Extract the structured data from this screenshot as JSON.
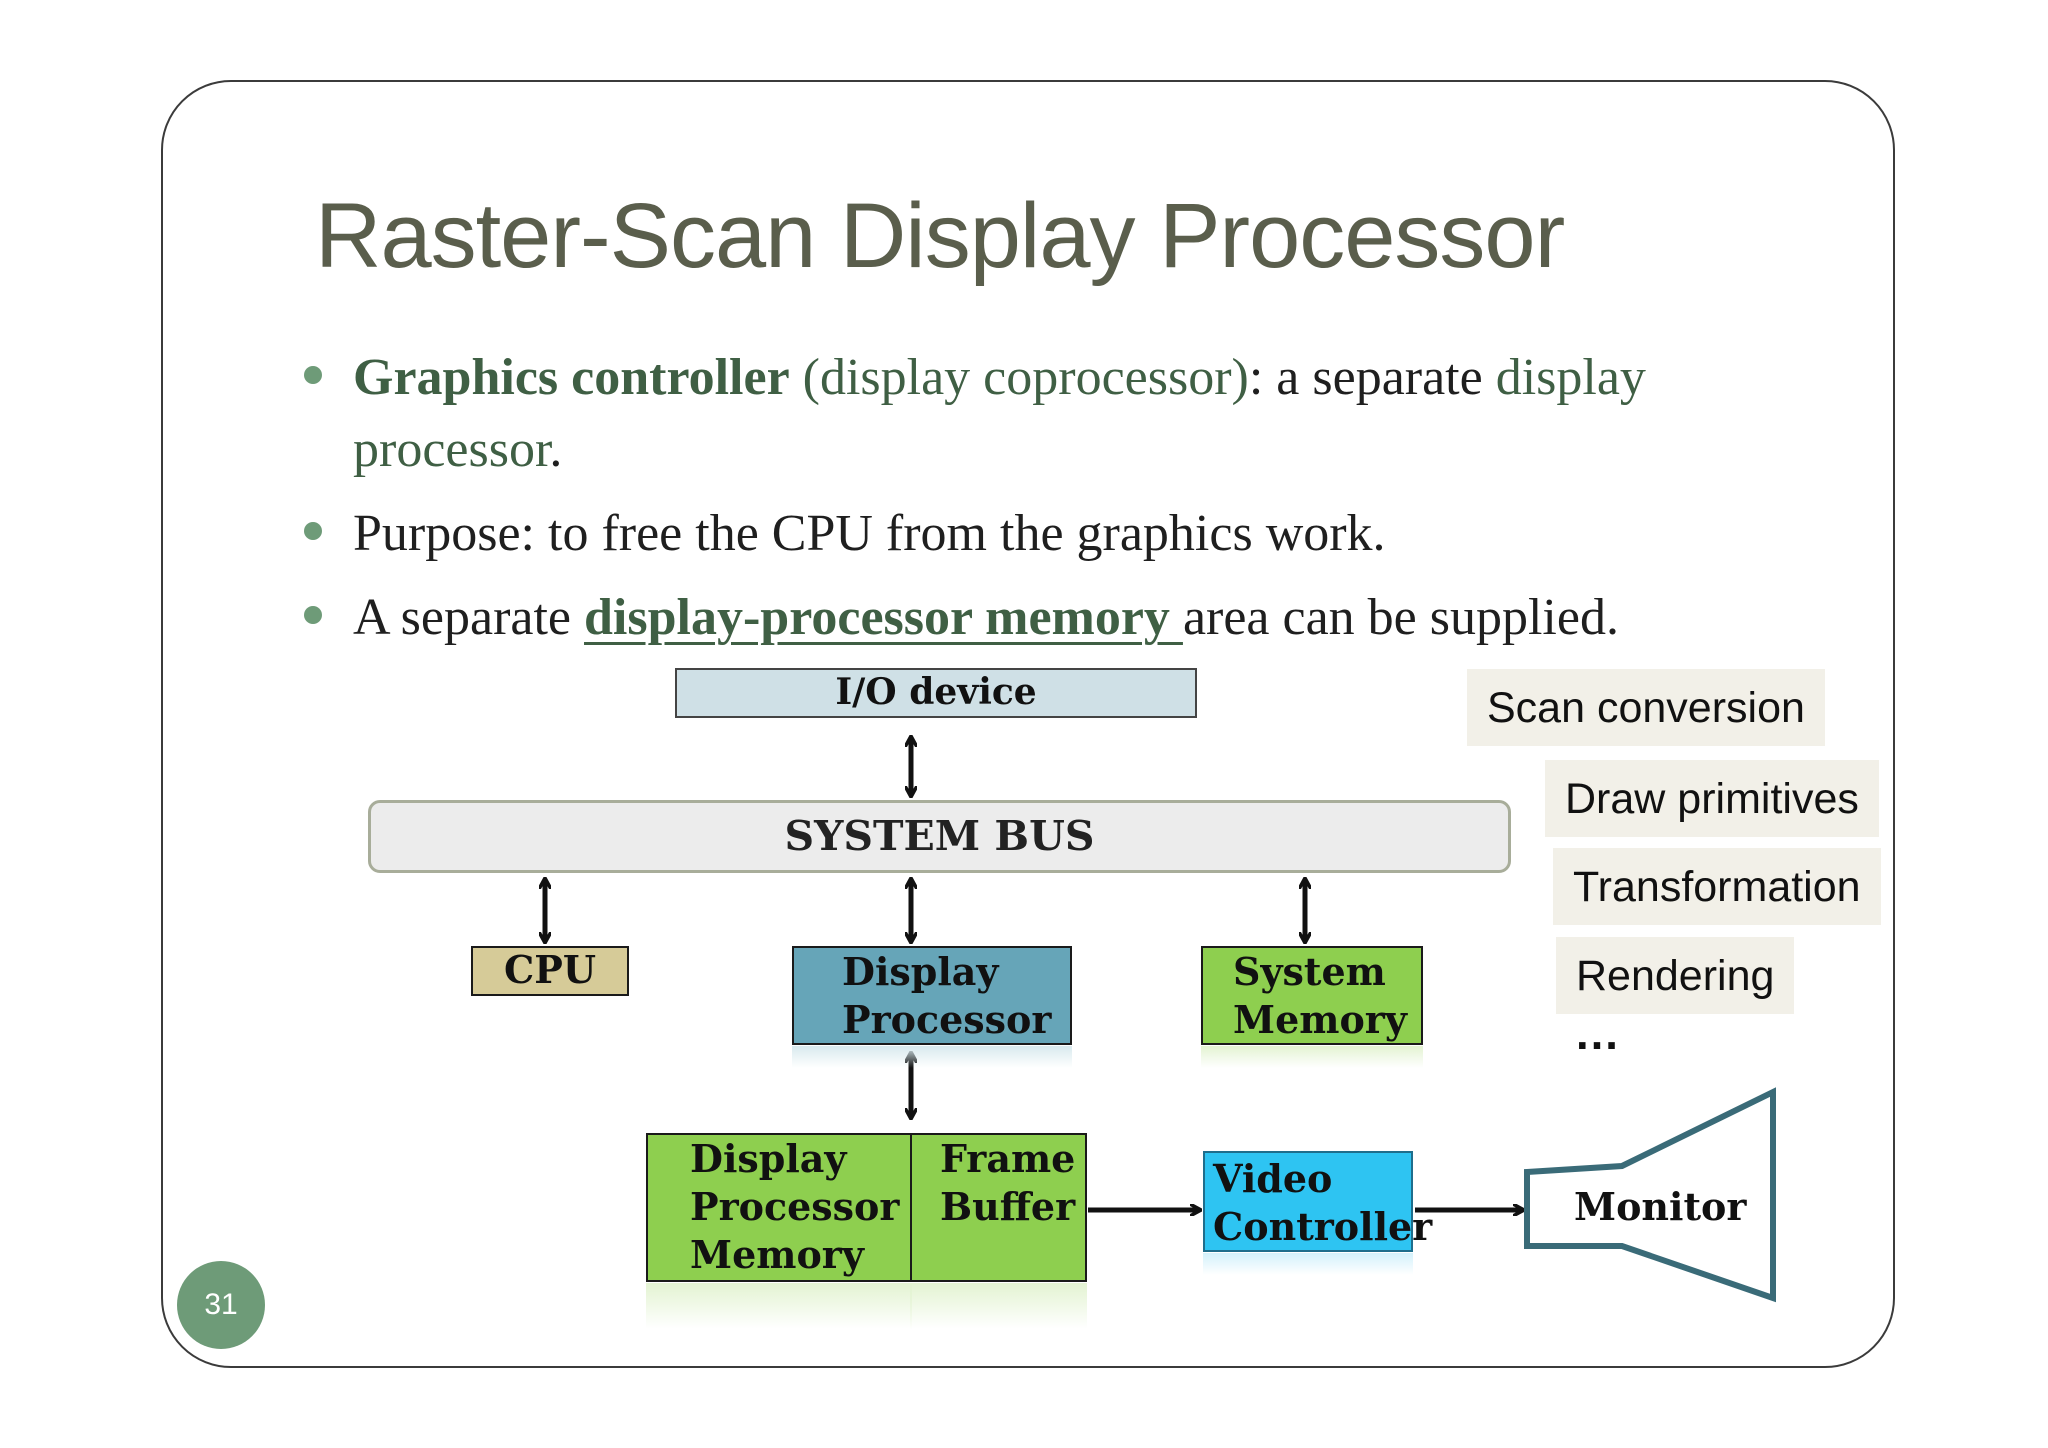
{
  "slide": {
    "title": "Raster-Scan Display Processor",
    "page_number": "31"
  },
  "bullets": {
    "b1": {
      "term": "Graphics controller",
      "paren": " (display coprocessor)",
      "mid": ": a separate ",
      "end1": "display",
      "end2": "processor",
      "period": "."
    },
    "b2": {
      "text": "Purpose: to free the CPU from the graphics work."
    },
    "b3": {
      "pre": "A separate ",
      "link": "display-processor memory ",
      "post": "area can be supplied."
    }
  },
  "diagram": {
    "io_device": "I/O device",
    "system_bus": "SYSTEM BUS",
    "cpu": "CPU",
    "display_processor_l1": "Display",
    "display_processor_l2": "Processor",
    "system_memory_l1": "System",
    "system_memory_l2": "Memory",
    "dp_memory_l1": "Display",
    "dp_memory_l2": "Processor",
    "dp_memory_l3": "Memory",
    "frame_buffer_l1": "Frame",
    "frame_buffer_l2": "Buffer",
    "video_controller_l1": "Video",
    "video_controller_l2": "Controller",
    "monitor": "Monitor"
  },
  "tasks": {
    "items": [
      "Scan conversion",
      "Draw primitives",
      "Transformation",
      "Rendering"
    ],
    "ellipsis": "…"
  },
  "colors": {
    "title": "#5a5e4c",
    "bullet_dot": "#6e9b78",
    "accent_green_text": "#3f5f44",
    "io_device_fill": "#cfe0e6",
    "system_bus_fill": "#ececec",
    "cpu_fill": "#d6cb98",
    "display_processor_fill": "#66a5b8",
    "green_box_fill": "#8ecf4f",
    "video_controller_fill": "#2ec4f2",
    "monitor_stroke": "#3a6b78",
    "task_tag_fill": "#f2f0e8"
  }
}
